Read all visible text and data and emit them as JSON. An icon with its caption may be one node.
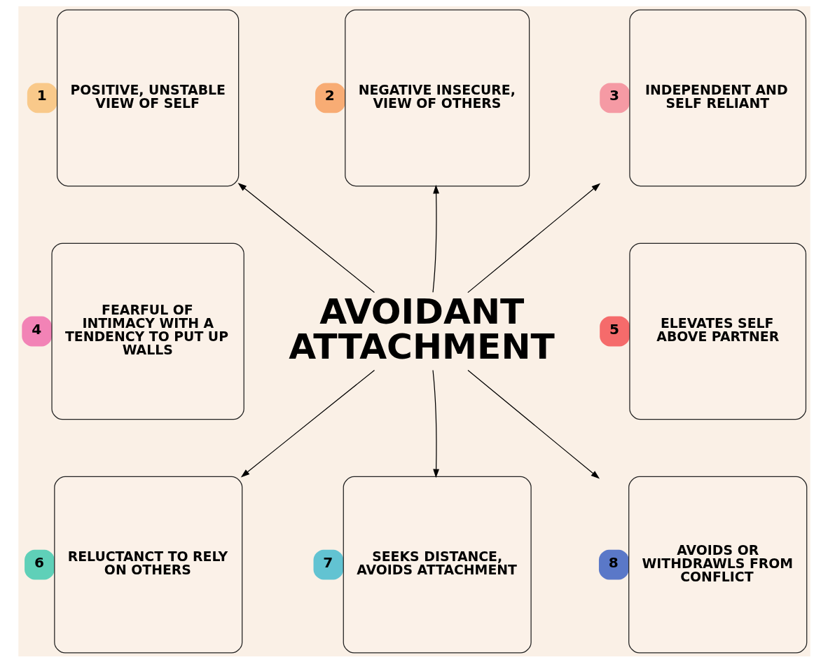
{
  "diagram": {
    "nodes": [
      {
        "text": [
          "AVOIDANT ATTACHMENT"
        ]
      },
      {
        "text": [
          "POSITIVE, UNSTABLE VIEW OF SELF"
        ],
        "beside": [
          "1"
        ]
      },
      {
        "text": [
          "NEGATIVE INSECURE, VIEW OF OTHERS"
        ],
        "beside": [
          "2"
        ]
      },
      {
        "text": [
          "INDEPENDENT AND SELF RELIANT"
        ],
        "beside": [
          "3"
        ]
      },
      {
        "text": [
          "FEARFUL OF INTIMACY WITH A TENDENCY TO PUT UP WALLS"
        ],
        "beside": [
          "4"
        ]
      },
      {
        "text": [
          "ELEVATES SELF ABOVE PARTNER"
        ],
        "beside": [
          "5"
        ]
      },
      {
        "text": [
          "RELUCTANCT TO RELY ON OTHERS"
        ],
        "beside": [
          "6"
        ]
      },
      {
        "text": [
          "SEEKS DISTANCE, AVOIDS ATTACHMENT"
        ],
        "beside": [
          "7"
        ]
      },
      {
        "text": [
          "AVOIDS OR WITHDRAWLS FROM CONFLICT"
        ],
        "beside": [
          "8"
        ]
      }
    ],
    "edges": [
      {
        "from": 0,
        "to": 1,
        "arrow": "to"
      },
      {
        "from": 0,
        "to": 2,
        "arrow": "to"
      },
      {
        "from": 0,
        "to": 3,
        "arrow": "to"
      },
      {
        "from": 0,
        "to": 6,
        "arrow": "to"
      },
      {
        "from": 0,
        "to": 7,
        "arrow": "to"
      },
      {
        "from": 0,
        "to": 8,
        "arrow": "to"
      }
    ]
  }
}
